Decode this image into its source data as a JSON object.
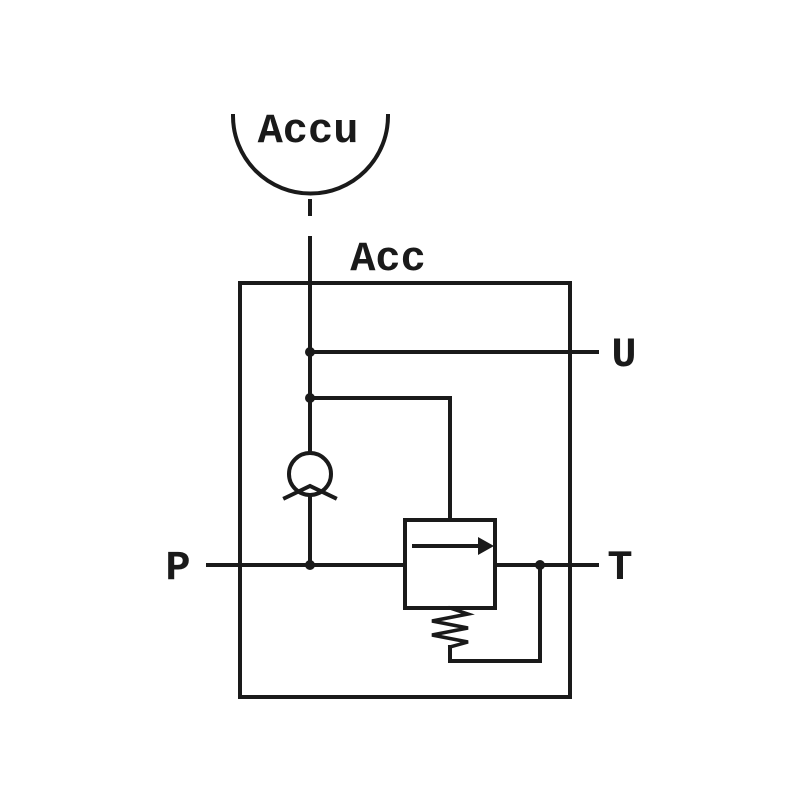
{
  "diagram": {
    "type": "hydraulic-circuit-schematic",
    "labels": {
      "accumulator": "Accu",
      "acc_line": "Acc",
      "port_u": "U",
      "port_p": "P",
      "port_t": "T"
    },
    "symbols": [
      {
        "name": "accumulator-symbol"
      },
      {
        "name": "check-valve-symbol"
      },
      {
        "name": "pressure-relief-valve-symbol"
      },
      {
        "name": "spring-symbol"
      },
      {
        "name": "enclosure-boundary-box"
      }
    ],
    "colors": {
      "line": "#1a1a1a",
      "background": "#ffffff"
    }
  }
}
